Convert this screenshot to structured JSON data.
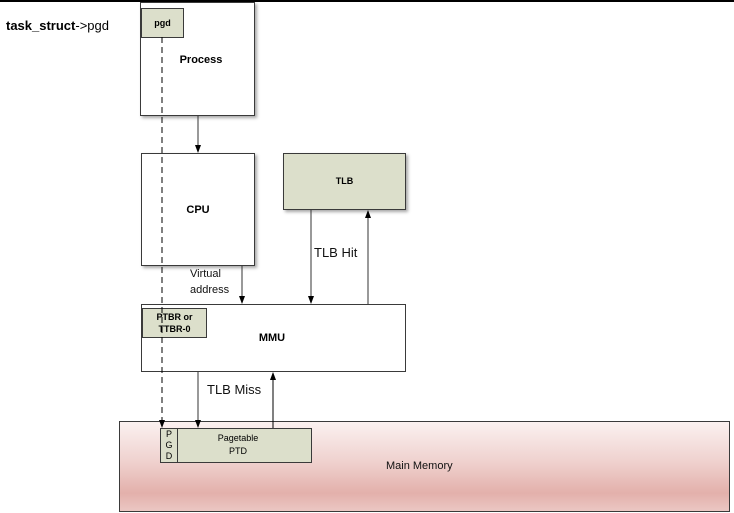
{
  "heading": {
    "bold": "task_struct",
    "rest": "->pgd"
  },
  "nodes": {
    "process": {
      "label": "Process",
      "sub_label": "pgd"
    },
    "cpu": {
      "label": "CPU"
    },
    "tlb": {
      "label": "TLB"
    },
    "mmu": {
      "label": "MMU",
      "register_line1": "PTBR or",
      "register_line2": "TTBR-0"
    },
    "main_memory": {
      "label": "Main Memory"
    },
    "pgd_column": {
      "letters": [
        "P",
        "G",
        "D"
      ]
    },
    "page_table": {
      "line1": "Pagetable",
      "line2": "PTD"
    }
  },
  "edges": {
    "virtual_address_line1": "Virtual",
    "virtual_address_line2": "address",
    "tlb_hit": "TLB Hit",
    "tlb_miss": "TLB Miss"
  },
  "colors": {
    "green_fill": "#dcdfcb",
    "memory_fill": "#e3b0ab",
    "stroke": "#3a3a3a"
  }
}
